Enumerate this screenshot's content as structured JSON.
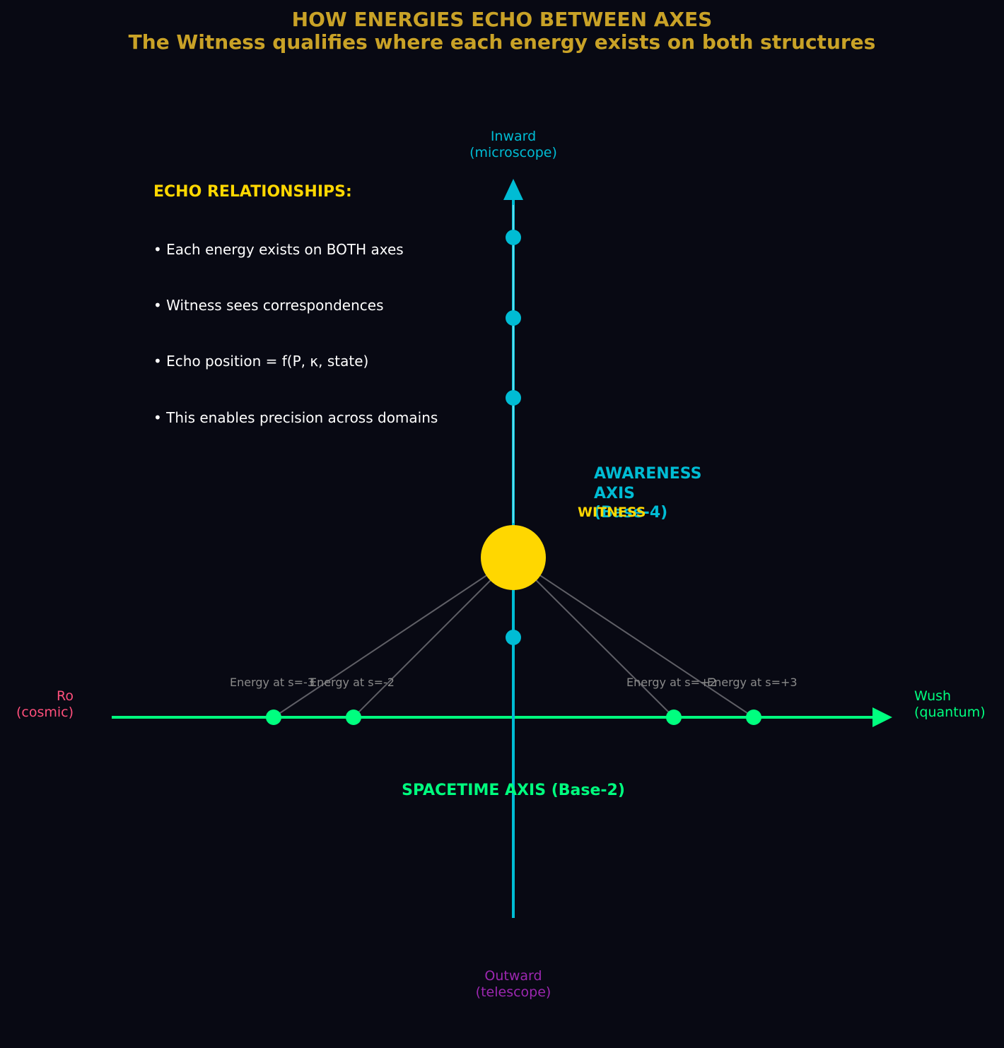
{
  "title": {
    "line1": "HOW ENERGIES ECHO BETWEEN AXES",
    "line2": "The Witness qualifies where each energy exists on both structures"
  },
  "echo": {
    "heading": "ECHO RELATIONSHIPS:",
    "bullets": [
      "• Each energy exists on BOTH axes",
      "• Witness sees correspondences",
      "• Echo position = f(P, κ, state)",
      "• This enables precision across domains"
    ]
  },
  "axes": {
    "awareness": {
      "label_line1": "AWARENESS",
      "label_line2": "AXIS",
      "label_line3": "(Base-4)",
      "top_label": "Inward\n(microscope)",
      "bottom_label": "Outward\n(telescope)"
    },
    "spacetime": {
      "label": "SPACETIME AXIS (Base-2)",
      "left_label": "Ro\n(cosmic)",
      "right_label": "Wush\n(quantum)"
    }
  },
  "witness": {
    "label": "WITNESS"
  },
  "energy_labels": {
    "minus3": "Energy at s=-3",
    "minus2": "Energy at s=-2",
    "plus2": "Energy at s=+2",
    "plus3": "Energy at s=+3"
  },
  "colors": {
    "background": "#080913",
    "title": "#c9a227",
    "awareness": "#00bcd4",
    "spacetime": "#00ff7f",
    "witness": "#ffd700",
    "ro": "#ff4f7b",
    "outward": "#9c27b0",
    "connector": "#5f5f66"
  }
}
